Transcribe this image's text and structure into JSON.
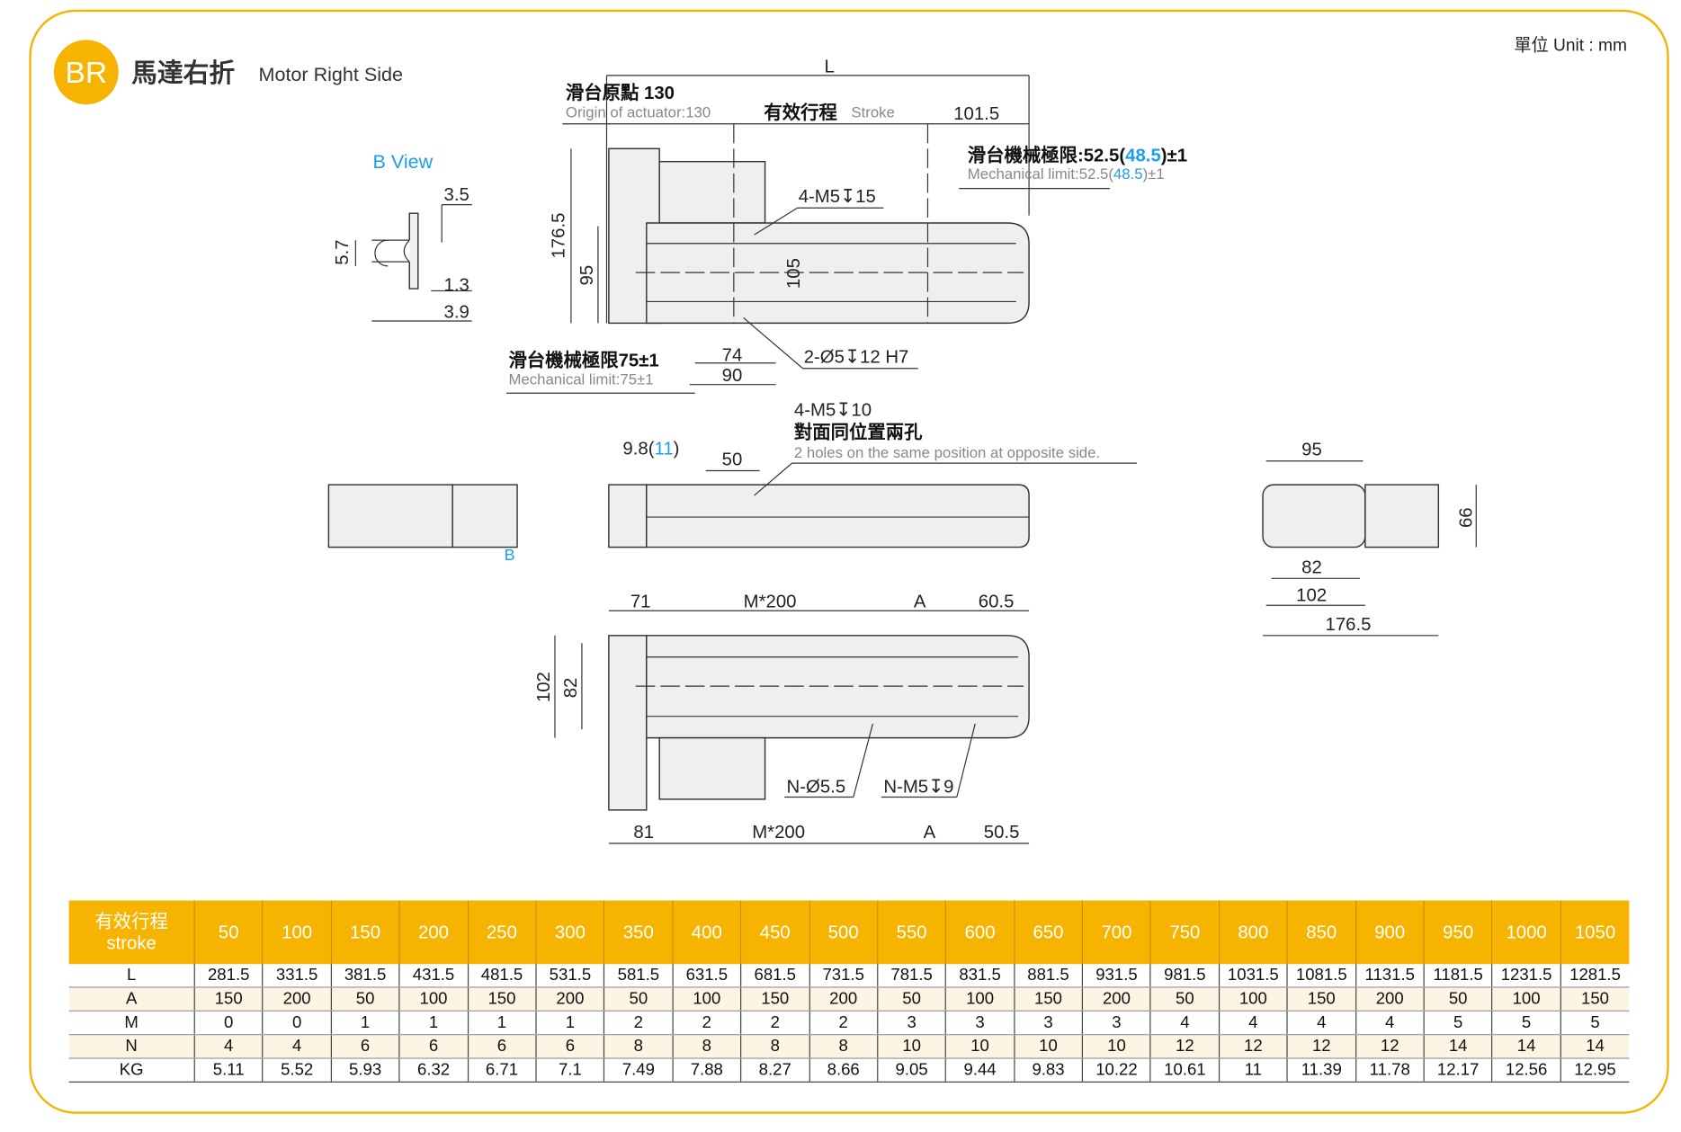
{
  "header": {
    "badge": "BR",
    "title_cn": "馬達右折",
    "title_en": "Motor Right Side",
    "unit": "單位 Unit : mm"
  },
  "colors": {
    "accent": "#f6b400",
    "blue": "#1aa0e8"
  },
  "b_view": {
    "title": "B View",
    "d1": "3.5",
    "d2": "5.7",
    "d3": "1.3",
    "d4": "3.9",
    "marker": "B"
  },
  "top_view": {
    "L": "L",
    "origin_cn": "滑台原點 130",
    "origin_en": "Origin of actuator:130",
    "stroke_cn": "有效行程",
    "stroke_en": "Stroke",
    "d_101": "101.5",
    "mech_r_cn_a": "滑台機械極限:52.5(",
    "mech_r_cn_b": "48.5",
    ")±1": ")±1",
    "mech_r_en_a": "Mechanical limit:52.5(",
    "mech_r_en_b": "48.5",
    "mech_r_en_c": ")±1",
    "tap1": "4-M5↧15",
    "d_1765": "176.5",
    "d_95": "95",
    "d_105": "105",
    "mech_l_cn": "滑台機械極限75±1",
    "mech_l_en": "Mechanical limit:75±1",
    "d_74": "74",
    "d_90": "90",
    "pin": "2-Ø5↧12 H7"
  },
  "side_view": {
    "d_98a": "9.8(",
    "d_98b": "11",
    "d_98c": ")",
    "d_50": "50",
    "tap": "4-M5↧10",
    "note_cn": "對面同位置兩孔",
    "note_en": "2 holes on the same position at opposite side."
  },
  "end_view": {
    "d_95": "95",
    "d_66": "66",
    "d_82": "82",
    "d_102": "102",
    "d_1765": "176.5"
  },
  "bottom_view": {
    "d_71": "71",
    "m200a": "M*200",
    "A1": "A",
    "d_605": "60.5",
    "d_102": "102",
    "d_82": "82",
    "hole1": "N-Ø5.5",
    "hole2": "N-M5↧9",
    "d_81": "81",
    "m200b": "M*200",
    "A2": "A",
    "d_505": "50.5"
  },
  "table": {
    "head_cn": "有效行程",
    "head_en": "stroke",
    "strokes": [
      "50",
      "100",
      "150",
      "200",
      "250",
      "300",
      "350",
      "400",
      "450",
      "500",
      "550",
      "600",
      "650",
      "700",
      "750",
      "800",
      "850",
      "900",
      "950",
      "1000",
      "1050"
    ],
    "rows": [
      {
        "label": "L",
        "values": [
          "281.5",
          "331.5",
          "381.5",
          "431.5",
          "481.5",
          "531.5",
          "581.5",
          "631.5",
          "681.5",
          "731.5",
          "781.5",
          "831.5",
          "881.5",
          "931.5",
          "981.5",
          "1031.5",
          "1081.5",
          "1131.5",
          "1181.5",
          "1231.5",
          "1281.5"
        ]
      },
      {
        "label": "A",
        "values": [
          "150",
          "200",
          "50",
          "100",
          "150",
          "200",
          "50",
          "100",
          "150",
          "200",
          "50",
          "100",
          "150",
          "200",
          "50",
          "100",
          "150",
          "200",
          "50",
          "100",
          "150"
        ]
      },
      {
        "label": "M",
        "values": [
          "0",
          "0",
          "1",
          "1",
          "1",
          "1",
          "2",
          "2",
          "2",
          "2",
          "3",
          "3",
          "3",
          "3",
          "4",
          "4",
          "4",
          "4",
          "5",
          "5",
          "5"
        ]
      },
      {
        "label": "N",
        "values": [
          "4",
          "4",
          "6",
          "6",
          "6",
          "6",
          "8",
          "8",
          "8",
          "8",
          "10",
          "10",
          "10",
          "10",
          "12",
          "12",
          "12",
          "12",
          "14",
          "14",
          "14"
        ]
      },
      {
        "label": "KG",
        "values": [
          "5.11",
          "5.52",
          "5.93",
          "6.32",
          "6.71",
          "7.1",
          "7.49",
          "7.88",
          "8.27",
          "8.66",
          "9.05",
          "9.44",
          "9.83",
          "10.22",
          "10.61",
          "11",
          "11.39",
          "11.78",
          "12.17",
          "12.56",
          "12.95"
        ]
      }
    ]
  }
}
